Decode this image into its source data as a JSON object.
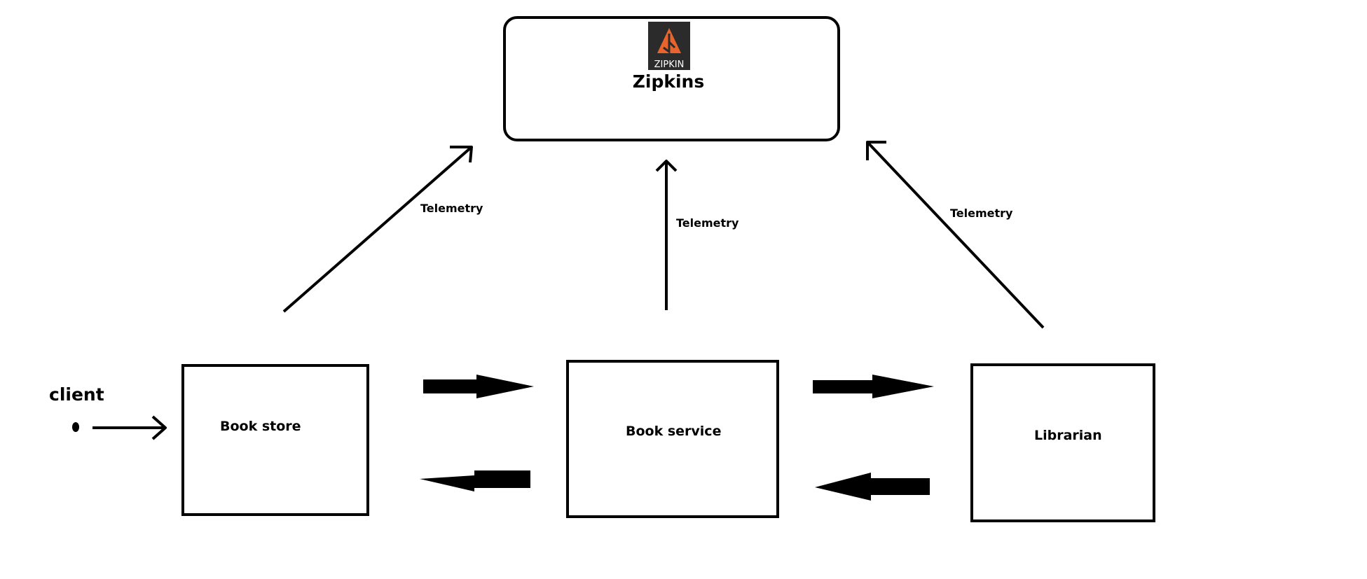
{
  "nodes": {
    "zipkin": {
      "label": "Zipkins",
      "logo_text": "ZIPKIN"
    },
    "client": {
      "label": "client"
    },
    "book_store": {
      "label": "Book store"
    },
    "book_service": {
      "label": "Book service"
    },
    "librarian": {
      "label": "Librarian"
    }
  },
  "edges": {
    "store_to_zipkin": {
      "label": "Telemetry"
    },
    "service_to_zipkin": {
      "label": "Telemetry"
    },
    "librarian_to_zipkin": {
      "label": "Telemetry"
    }
  },
  "colors": {
    "stroke": "#000000",
    "logo_background": "#2b2b2b",
    "logo_accent": "#e8642c"
  }
}
